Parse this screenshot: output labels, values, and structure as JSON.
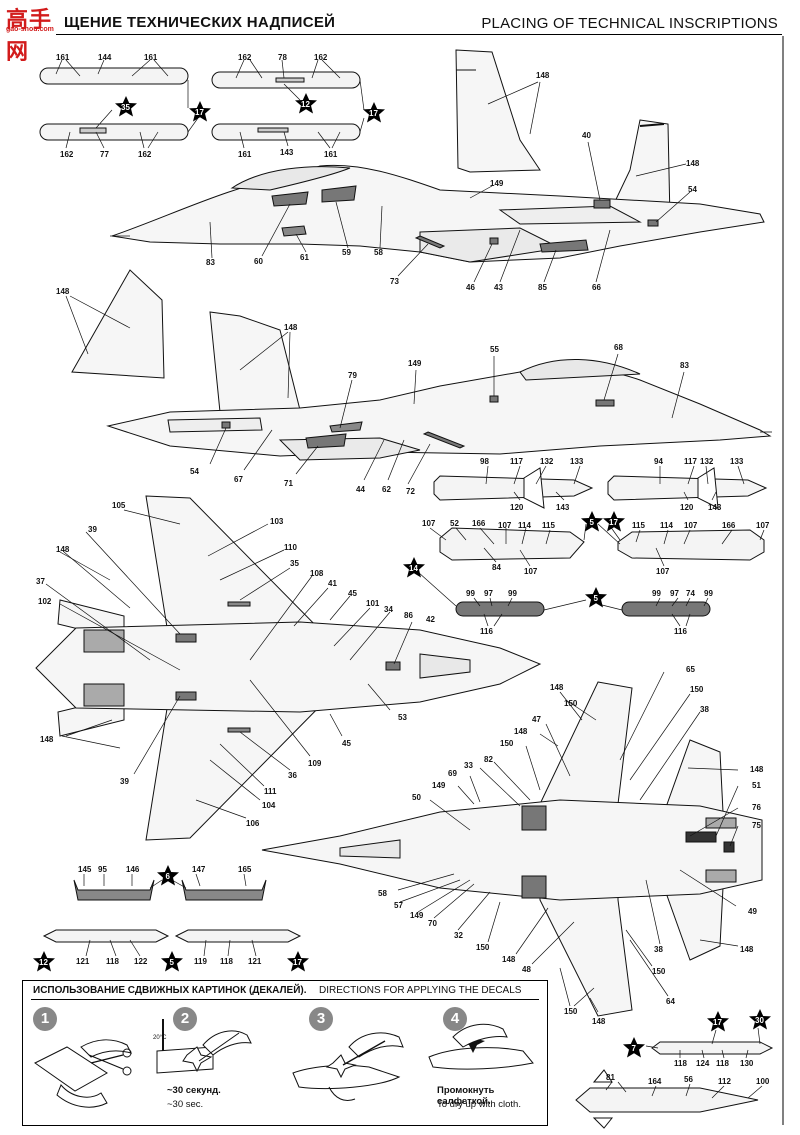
{
  "header": {
    "title_ru": "ЩЕНИЕ ТЕХНИЧЕСКИХ НАДПИСЕЙ",
    "title_en": "PLACING OF TECHNICAL INSCRIPTIONS",
    "watermark_main": "高手网",
    "watermark_sub": "gao-shou.com"
  },
  "stars": {
    "s35": "35",
    "s17": "17",
    "s12": "12",
    "s14": "14",
    "s5": "5",
    "s6": "6",
    "s7": "7",
    "s30": "30"
  },
  "callouts": {
    "n161": "161",
    "n144": "144",
    "n162": "162",
    "n77": "77",
    "n78": "78",
    "n143": "143",
    "n148": "148",
    "n40": "40",
    "n149": "149",
    "n54": "54",
    "n83": "83",
    "n60": "60",
    "n61": "61",
    "n59": "59",
    "n58": "58",
    "n73": "73",
    "n46": "46",
    "n43": "43",
    "n85": "85",
    "n66": "66",
    "n55": "55",
    "n68": "68",
    "n79": "79",
    "n67": "67",
    "n71": "71",
    "n44": "44",
    "n62": "62",
    "n72": "72",
    "n98": "98",
    "n117": "117",
    "n132": "132",
    "n133": "133",
    "n94": "94",
    "n120": "120",
    "n107": "107",
    "n52": "52",
    "n166": "166",
    "n114": "114",
    "n115": "115",
    "n84": "84",
    "n99": "99",
    "n97": "97",
    "n74": "74",
    "n116": "116",
    "n105": "105",
    "n103": "103",
    "n39": "39",
    "n110": "110",
    "n35": "35",
    "n108": "108",
    "n37": "37",
    "n41": "41",
    "n45": "45",
    "n102": "102",
    "n101": "101",
    "n34": "34",
    "n86": "86",
    "n42": "42",
    "n53": "53",
    "n109": "109",
    "n36": "36",
    "n111": "111",
    "n104": "104",
    "n106": "106",
    "n65": "65",
    "n150": "150",
    "n38": "38",
    "n47": "47",
    "n82": "82",
    "n33": "33",
    "n69": "69",
    "n51": "51",
    "n76": "76",
    "n75": "75",
    "n50": "50",
    "n57": "57",
    "n70": "70",
    "n32": "32",
    "n49": "49",
    "n48": "48",
    "n64": "64",
    "n145": "145",
    "n95": "95",
    "n146": "146",
    "n147": "147",
    "n165": "165",
    "n121": "121",
    "n118": "118",
    "n122": "122",
    "n119": "119",
    "n124": "124",
    "n130": "130",
    "n81": "81",
    "n164": "164",
    "n56": "56",
    "n112": "112",
    "n100": "100"
  },
  "instructions": {
    "title_ru": "ИСПОЛЬЗОВАНИЕ СДВИЖНЫХ КАРТИНОК (ДЕКАЛЕЙ).",
    "title_en": "DIRECTIONS  FOR APPLYING THE DECALS",
    "steps": [
      "1",
      "2",
      "3",
      "4"
    ],
    "temp": "20°C",
    "step2_ru": "~30 секунд.",
    "step2_en": "~30 sec.",
    "step4_ru": "Промокнуть салфеткой.",
    "step4_en": "To dry up with cloth."
  }
}
